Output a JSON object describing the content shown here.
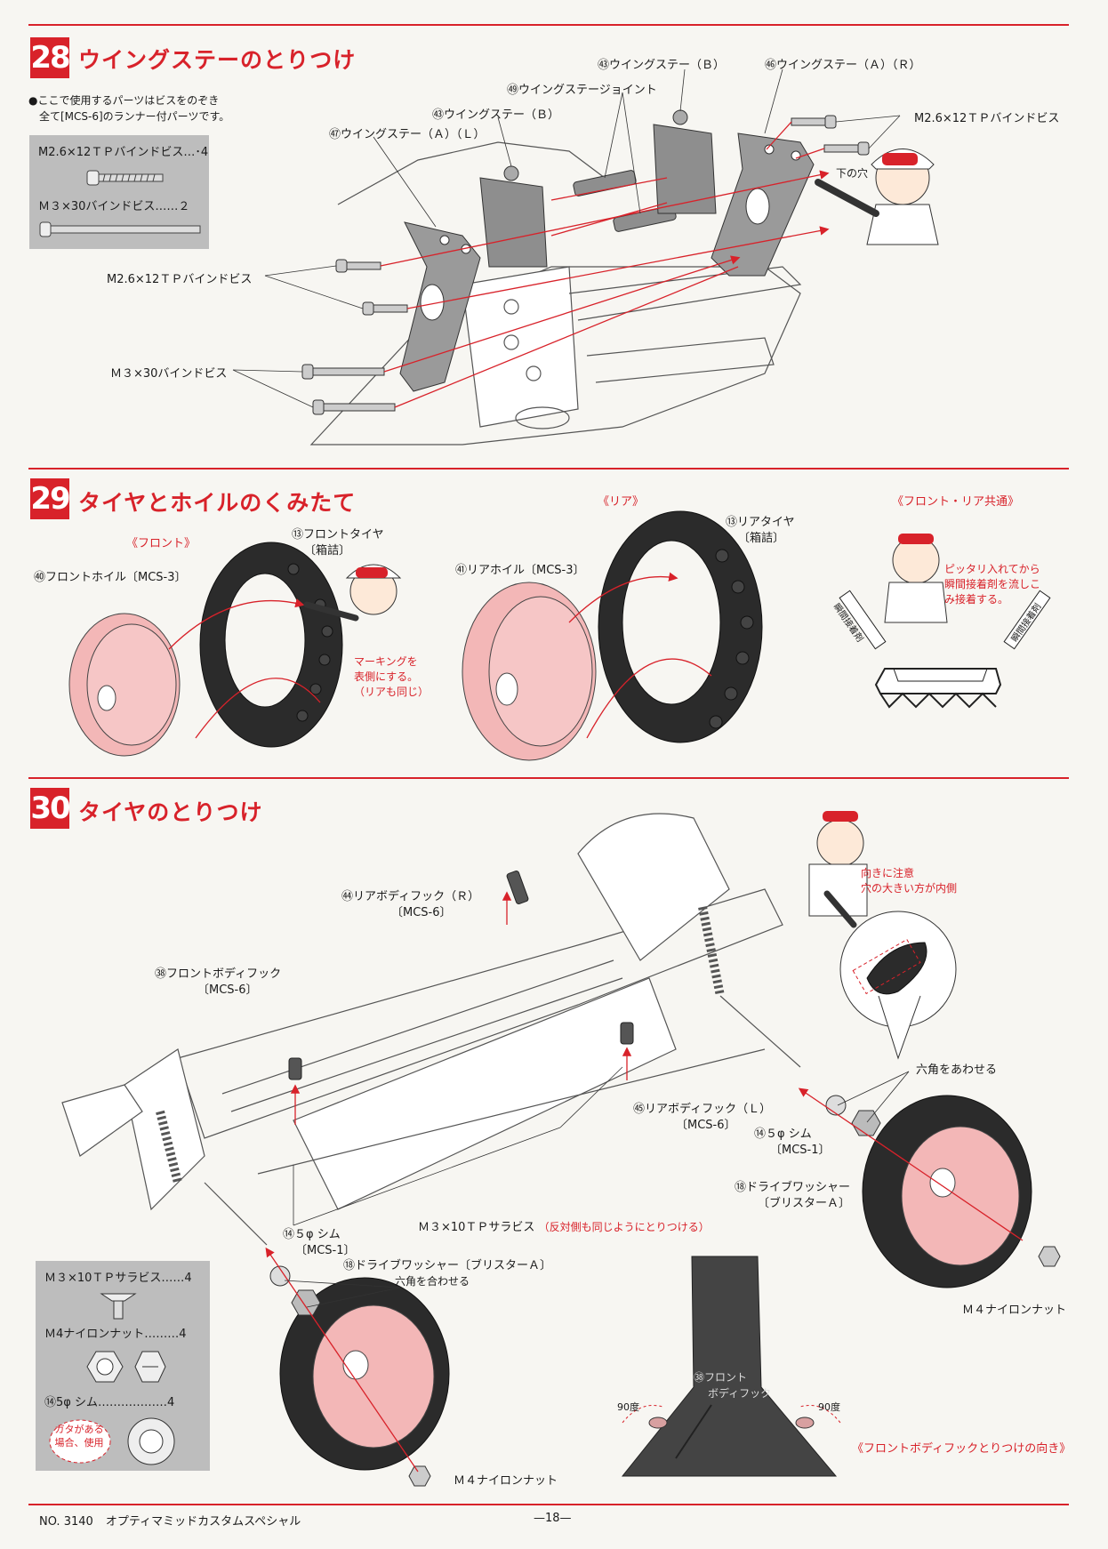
{
  "steps": {
    "s28": {
      "number": "28",
      "title": "ウイングステーのとりつけ",
      "note_line1": "●ここで使用するパーツはビスをのぞき",
      "note_line2": "全て[MCS-6]のランナー付パーツです。",
      "parts": [
        "M2.6×12ＴＰバインドビス…･4",
        "Ｍ３×30バインドビス……２"
      ],
      "labels": {
        "stay_b_top": "㊸ウイングステー（Ｂ）",
        "stay_a_r": "㊻ウイングステー（Ａ）（Ｒ）",
        "joint": "㊾ウイングステージョイント",
        "stay_b": "㊸ウイングステー（Ｂ）",
        "stay_a_l": "㊼ウイングステー（Ａ）（Ｌ）",
        "screw_26_right": "M2.6×12ＴＰバインドビス",
        "screw_26_left": "M2.6×12ＴＰバインドビス",
        "screw_m3": "Ｍ３×30バインドビス",
        "lower_hole": "下の穴"
      }
    },
    "s29": {
      "number": "29",
      "title": "タイヤとホイルのくみたて",
      "front_heading": "《フロント》",
      "rear_heading": "《リア》",
      "common_heading": "《フロント・リア共通》",
      "labels": {
        "front_tire": "⑬フロントタイヤ",
        "front_tire_box": "〔箱詰〕",
        "front_wheel": "㊵フロントホイル〔MCS-3〕",
        "rear_tire": "⑬リアタイヤ",
        "rear_tire_box": "〔箱詰〕",
        "rear_wheel": "㊶リアホイル〔MCS-3〕",
        "marking_note_1": "マーキングを",
        "marking_note_2": "表側にする。",
        "marking_note_3": "（リアも同じ）",
        "glue_note_1": "ピッタリ入れてから",
        "glue_note_2": "瞬間接着剤を流しこ",
        "glue_note_3": "み接着する。",
        "glue_tag": "瞬間接着剤"
      }
    },
    "s30": {
      "number": "30",
      "title": "タイヤのとりつけ",
      "parts": [
        "Ｍ３×10ＴＰサラビス……4",
        "Ｍ4ナイロンナット………4",
        "⑭5φ シム………………4"
      ],
      "parts_note": "ガタがある場合、使用",
      "labels": {
        "rear_hook_r": "㊹リアボディフック（Ｒ）",
        "rear_hook_r_mcs": "〔MCS-6〕",
        "front_hook": "㊳フロントボディフック",
        "front_hook_mcs": "〔MCS-6〕",
        "rear_hook_l": "㊺リアボディフック（Ｌ）",
        "rear_hook_l_mcs": "〔MCS-6〕",
        "shim_right": "⑭５φ シム",
        "shim_right_mcs": "〔MCS-1〕",
        "drive_washer_right": "⑱ドライブワッシャー",
        "drive_washer_right_sub": "〔ブリスターＡ〕",
        "hex_right": "六角をあわせる",
        "nut_right": "Ｍ４ナイロンナット",
        "m3_screw": "Ｍ３×10ＴＰサラビス",
        "m3_screw_note": "（反対側も同じようにとりつける）",
        "shim_left": "⑭５φ シム",
        "shim_left_mcs": "〔MCS-1〕",
        "drive_washer_left": "⑱ドライブワッシャー〔ブリスターＡ〕",
        "hex_left": "六角を合わせる",
        "nut_left": "Ｍ４ナイロンナット",
        "direction_note_1": "向きに注意",
        "direction_note_2": "穴の大きい方が内側",
        "hook_direction": "《フロントボディフックとりつけの向き》",
        "hook_inset": "㊳フロント",
        "hook_inset_2": "ボディフック",
        "angle_left": "90度",
        "angle_right": "90度"
      }
    }
  },
  "footer": {
    "code": "NO. 3140",
    "name": "オプティマミッドカスタムスペシャル",
    "page": "—18—"
  },
  "colors": {
    "accent": "#d8222a",
    "wheel_pink": "#f3b7b7",
    "parts_box": "#bdbdbd"
  }
}
